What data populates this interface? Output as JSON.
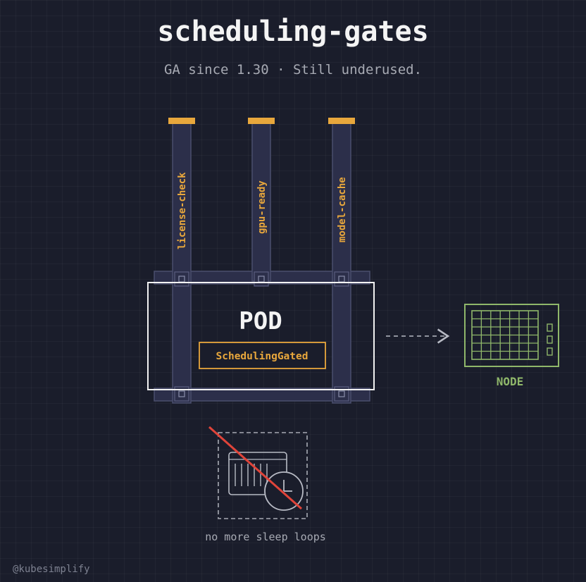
{
  "header": {
    "title": "scheduling-gates",
    "subtitle": "GA since 1.30 · Still underused."
  },
  "gates": [
    {
      "label": "license-check"
    },
    {
      "label": "gpu-ready"
    },
    {
      "label": "model-cache"
    }
  ],
  "pod": {
    "label": "POD",
    "status": "SchedulingGated"
  },
  "node": {
    "label": "NODE"
  },
  "sleep_loops": {
    "caption": "no more sleep loops"
  },
  "footer": {
    "handle": "@kubesimplify"
  },
  "colors": {
    "background": "#1a1d2b",
    "gate_accent": "#e8a73c",
    "gate_bar": "#2c2f4a",
    "pod_border": "#f2f2f2",
    "node": "#8fb76a",
    "strike": "#e0443a",
    "muted": "#a7aab3"
  }
}
